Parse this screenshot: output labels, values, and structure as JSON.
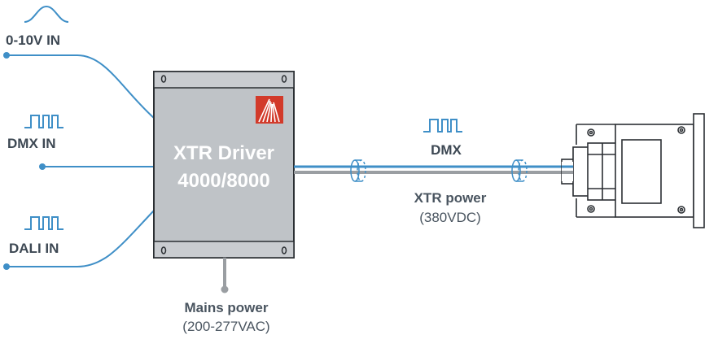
{
  "inputs": {
    "analog": "0-10V IN",
    "dmx": "DMX IN",
    "dali": "DALI  IN"
  },
  "driver": {
    "line1": "XTR Driver",
    "line2": "4000/8000"
  },
  "link": {
    "dmx": "DMX",
    "power": "XTR power",
    "power_value": "(380VDC)"
  },
  "mains": {
    "label": "Mains power",
    "value": "(200-277VAC)"
  },
  "colors": {
    "signal_blue": "#3f8fc7",
    "power_gray": "#9a9ea2",
    "box_fill": "#bfc3c7",
    "logo_red": "#d23a2a",
    "text": "#4a5560"
  },
  "icons": [
    "analog-signal-icon",
    "digital-pulse-icon",
    "ferrite-core-icon",
    "xtr-logo-icon",
    "screw-hole-icon"
  ]
}
